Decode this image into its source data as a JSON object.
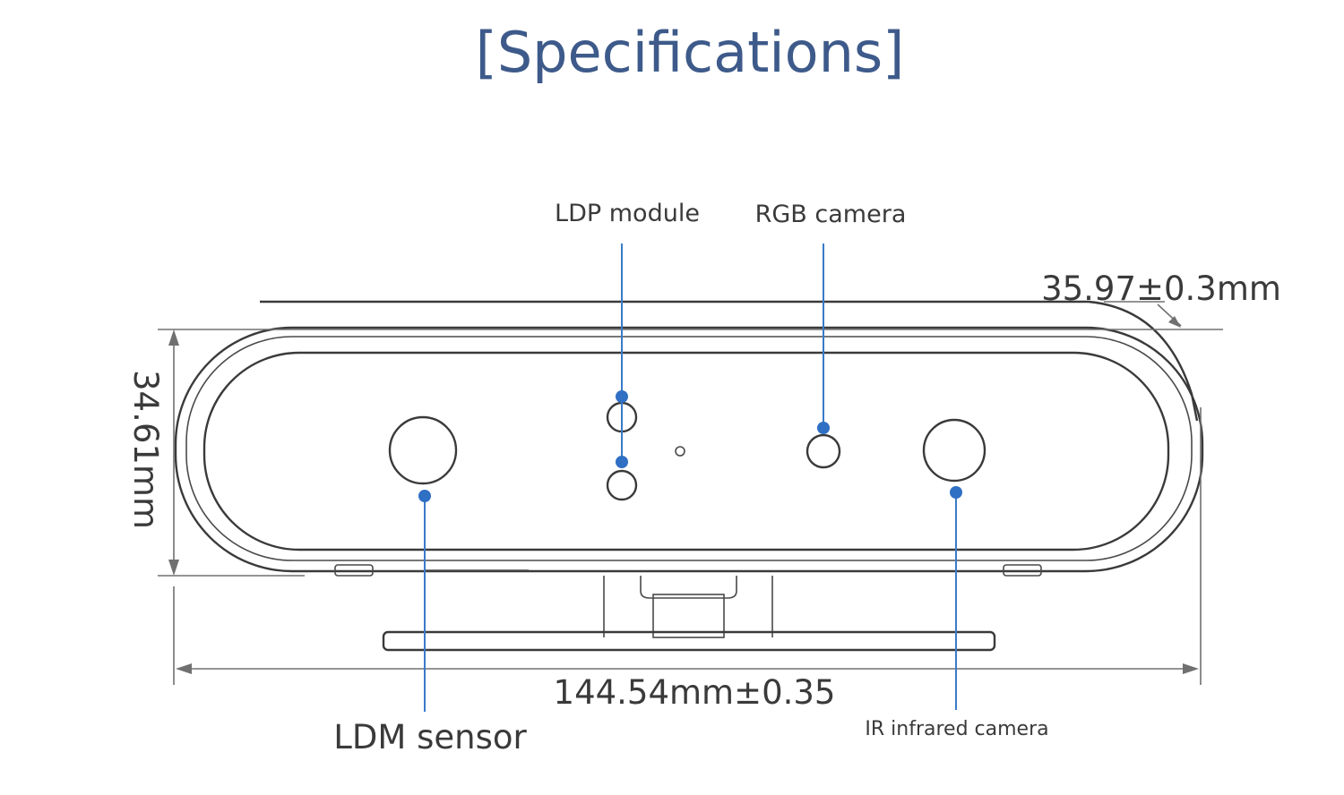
{
  "title": "[Specifications]",
  "colors": {
    "title": "#3d5a8a",
    "callout": "#2f6fc4",
    "outline": "#3a3a3a",
    "dimension": "#707070"
  },
  "components": {
    "ldp_module": "LDP module",
    "rgb_camera": "RGB camera",
    "ldm_sensor": "LDM sensor",
    "ir_camera": "IR infrared camera"
  },
  "dimensions": {
    "depth": "35.97±0.3mm",
    "height": "34.61mm",
    "width": "144.54mm±0.35"
  }
}
